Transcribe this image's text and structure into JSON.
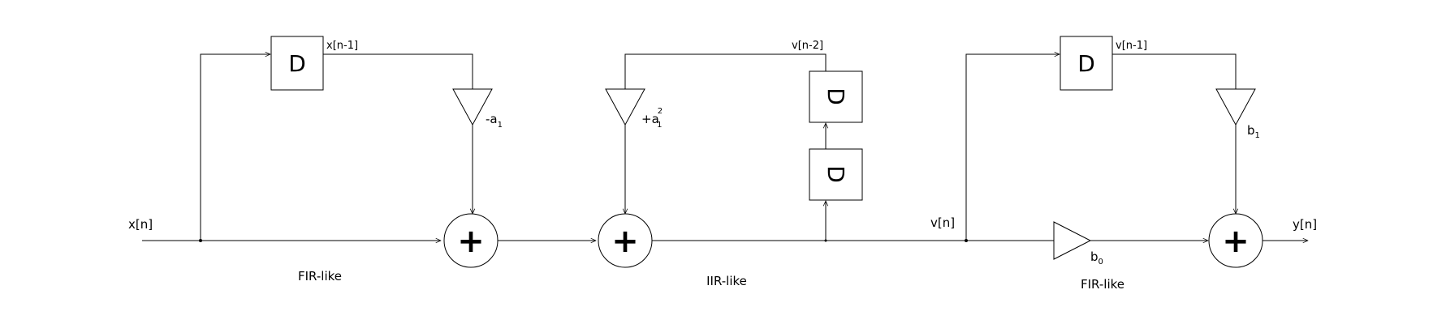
{
  "signals": {
    "input": "x[n]",
    "intermediate": "v[n]",
    "output": "y[n]",
    "tap1": "x[n-1]",
    "tap2": "v[n-2]",
    "tap3": "v[n-1]"
  },
  "delay_label": "D",
  "sum_symbol": "+",
  "gains": {
    "g1": {
      "base": "-a",
      "sub": "1",
      "sup": ""
    },
    "g2": {
      "base": "+a",
      "sub": "1",
      "sup": "2"
    },
    "g3": {
      "base": "b",
      "sub": "1",
      "sup": ""
    },
    "g0": {
      "base": "b",
      "sub": "0",
      "sup": ""
    }
  },
  "sections": {
    "s1": "FIR-like",
    "s2": "IIR-like",
    "s3": "FIR-like"
  }
}
